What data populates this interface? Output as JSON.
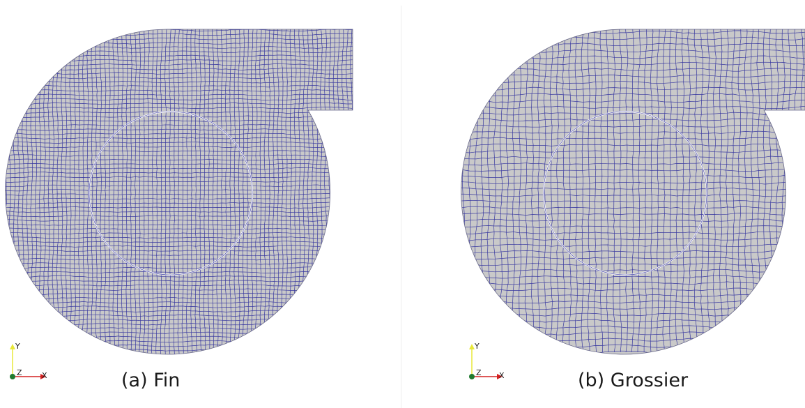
{
  "panels": [
    {
      "caption": "(a) Fin",
      "mesh": "fine",
      "axes": {
        "y": "Y",
        "z": "Z",
        "x": "X"
      }
    },
    {
      "caption": "(b) Grossier",
      "mesh": "coarse",
      "axes": {
        "y": "Y",
        "z": "Z",
        "x": "X"
      }
    }
  ],
  "colors": {
    "mesh_fill": "#c9c9c9",
    "mesh_lines": "#3a3aa0",
    "y_axis": "#e8e83a",
    "x_axis": "#d42020",
    "z_dot": "#1f7a2e"
  }
}
